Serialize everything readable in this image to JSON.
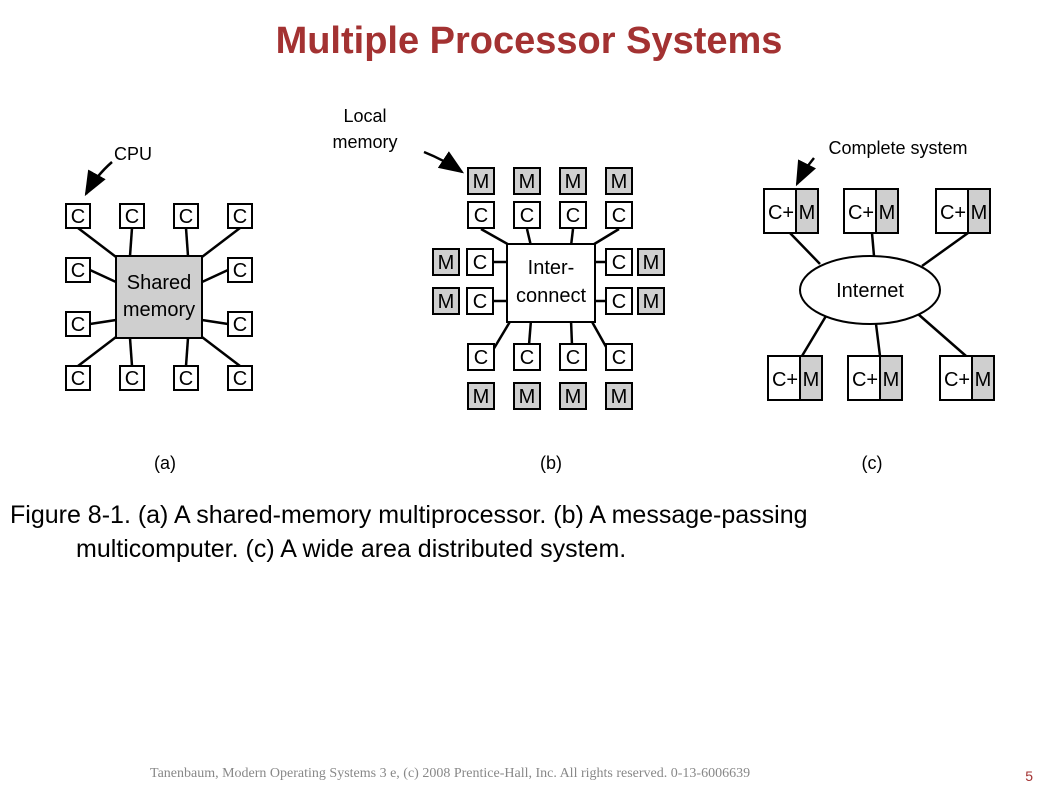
{
  "title": "Multiple Processor Systems",
  "diagram": {
    "a": {
      "callout": "CPU",
      "cpu_label": "C",
      "center_line1": "Shared",
      "center_line2": "memory",
      "caption": "(a)"
    },
    "b": {
      "callout_line1": "Local",
      "callout_line2": "memory",
      "cpu_label": "C",
      "mem_label": "M",
      "center_line1": "Inter-",
      "center_line2": "connect",
      "caption": "(b)"
    },
    "c": {
      "callout": "Complete system",
      "node_cpu": "C+",
      "node_mem": "M",
      "center": "Internet",
      "caption": "(c)"
    }
  },
  "caption_text": {
    "line1": "Figure 8-1. (a) A shared-memory multiprocessor. (b) A message-passing",
    "line2": "multicomputer. (c) A wide area distributed system."
  },
  "footer": "Tanenbaum, Modern Operating Systems 3 e, (c) 2008 Prentice-Hall, Inc. All rights reserved. 0-13-6006639",
  "page_number": "5"
}
